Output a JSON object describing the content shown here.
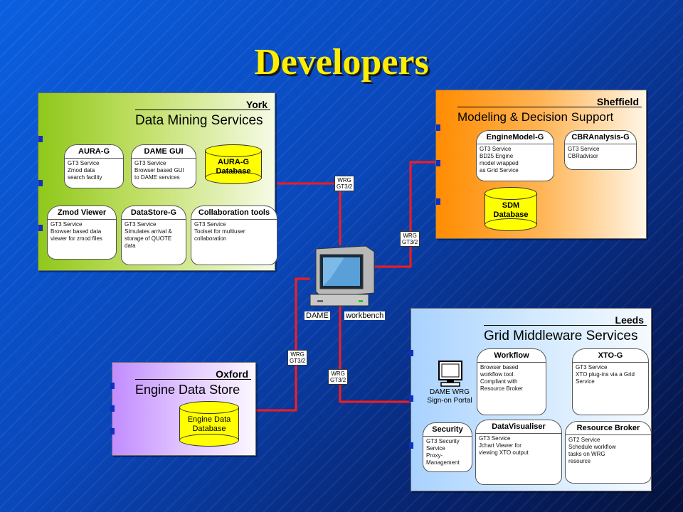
{
  "title": "Developers",
  "york": {
    "site": "York",
    "service": "Data Mining Services",
    "caps": [
      {
        "name": "AURA-G",
        "desc": "GT3 Service\nZmod data\nsearch facility"
      },
      {
        "name": "DAME GUI",
        "desc": "GT3 Service\nBrowser based GUI\nto DAME services"
      },
      {
        "name": "Zmod Viewer",
        "desc": "GT3 Service\nBrowser based data\nviewer for zmod files"
      },
      {
        "name": "DataStore-G",
        "desc": "GT3 Service\nSimulates arrival &\nstorage of QUOTE\ndata"
      },
      {
        "name": "Collaboration tools",
        "desc": "GT3 Service\nToolset for multiuser\ncollaboration"
      }
    ],
    "db": "AURA-G\nDatabase"
  },
  "sheffield": {
    "site": "Sheffield",
    "service": "Modeling & Decision Support",
    "caps": [
      {
        "name": "EngineModel-G",
        "desc": "GT3 Service\nBD25 Engine\nmodel wrapped\nas Grid Service"
      },
      {
        "name": "CBRAnalysis-G",
        "desc": "GT3 Service\nCBRadvisor"
      }
    ],
    "db": "SDM\nDatabase"
  },
  "leeds": {
    "site": "Leeds",
    "service": "Grid Middleware Services",
    "caps": [
      {
        "name": "Workflow",
        "desc": "Browser based\nworkflow tool.\nCompliant with\nResource Broker"
      },
      {
        "name": "XTO-G",
        "desc": "GT3 Service\nXTO plug-ins via a Grid\nService"
      },
      {
        "name": "Security",
        "desc": "GT3 Security\nService\nProxy-\nManagement"
      },
      {
        "name": "DataVisualiser",
        "desc": "GT3 Service\nJchart Viewer for\nviewing XTO output"
      },
      {
        "name": "Resource Broker",
        "desc": "GT2 Service\nSchedule workflow\ntasks on WRG\nresource"
      }
    ],
    "portal": "DAME WRG\nSign-on Portal"
  },
  "oxford": {
    "site": "Oxford",
    "service": "Engine Data Store",
    "db": "Engine Data\nDatabase"
  },
  "workbench": {
    "left": "DAME",
    "right": "workbench"
  },
  "wrg_label": "WRG\nGT3/2",
  "colors": {
    "link": "#ff1a1a",
    "db": "#ffff00",
    "title": "#ffee00"
  }
}
